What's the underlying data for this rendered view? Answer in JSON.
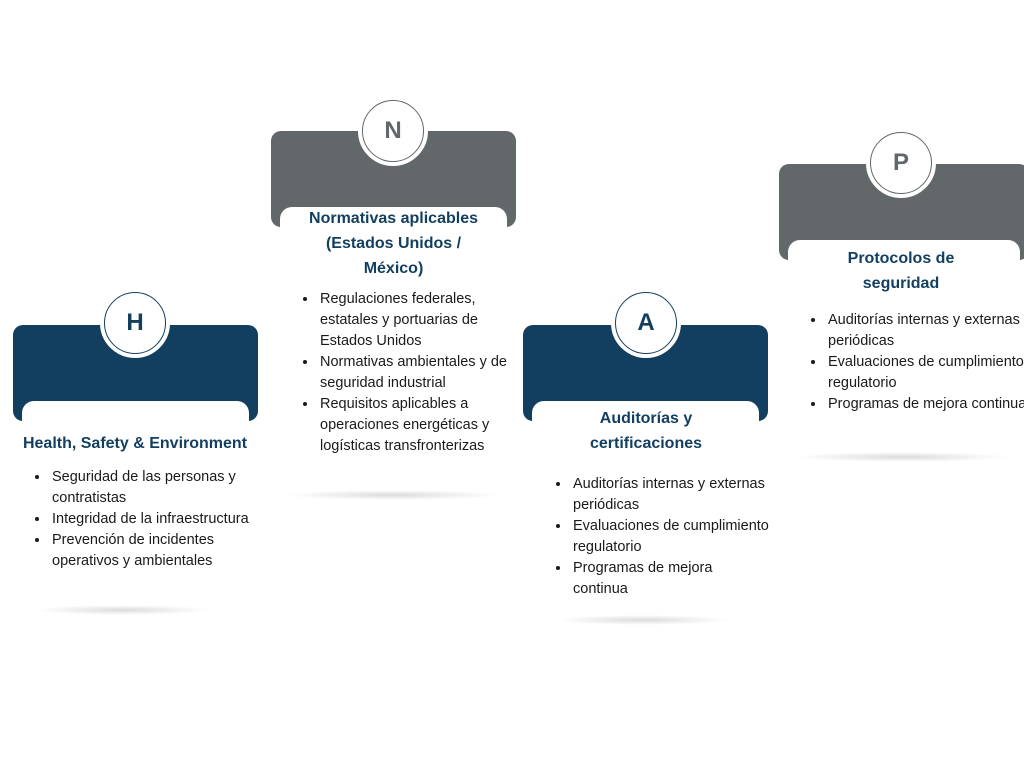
{
  "colors": {
    "navy": "#123f5f",
    "gray": "#626769"
  },
  "cards": [
    {
      "letter": "H",
      "title": "Health, Safety & Environment",
      "items": [
        "Seguridad de las personas y contratistas",
        "Integridad de la infraestructura",
        "Prevención de incidentes operativos y ambientales"
      ]
    },
    {
      "letter": "N",
      "title": "Normativas aplicables (Estados Unidos / México)",
      "items": [
        "Regulaciones federales, estatales y portuarias de Estados Unidos",
        "Normativas ambientales y de seguridad industrial",
        "Requisitos aplicables a operaciones energéticas y logísticas transfronterizas"
      ]
    },
    {
      "letter": "A",
      "title": "Auditorías y certificaciones",
      "items": [
        "Auditorías internas y externas periódicas",
        "Evaluaciones de cumplimiento regulatorio",
        "Programas de mejora continua"
      ]
    },
    {
      "letter": "P",
      "title": "Protocolos de seguridad",
      "items": [
        "Auditorías internas y externas periódicas",
        "Evaluaciones de cumplimiento regulatorio",
        "Programas de mejora continua"
      ]
    }
  ]
}
